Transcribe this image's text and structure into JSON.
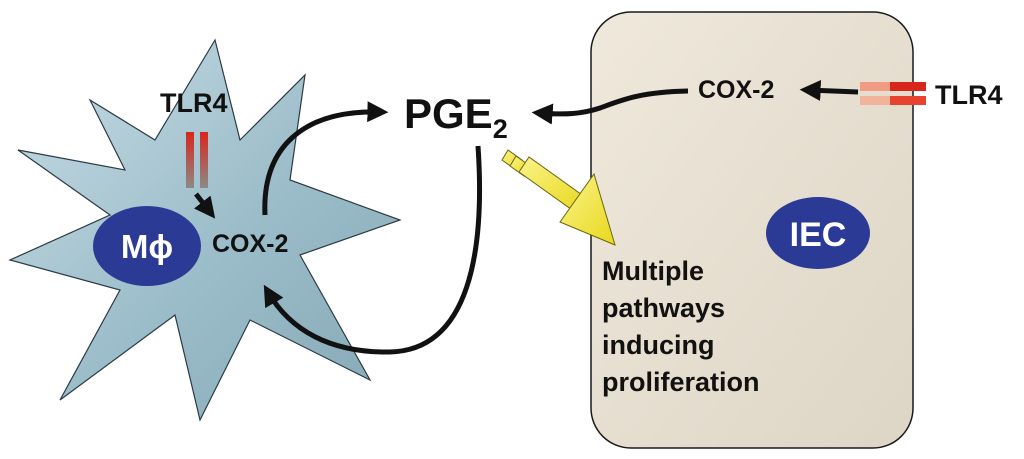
{
  "macrophage": {
    "nucleus_label": "Mϕ",
    "receptor_label": "TLR4",
    "enzyme_label": "COX-2"
  },
  "mediator": {
    "base": "PGE",
    "subscript": "2"
  },
  "iec": {
    "nucleus_label": "IEC",
    "receptor_label": "TLR4",
    "enzyme_label": "COX-2",
    "outcome_lines": [
      "Multiple",
      "pathways",
      "inducing",
      "proliferation"
    ]
  },
  "colors": {
    "macrophage_fill": "#a9c9d5",
    "nucleus_fill": "#2b3b95",
    "cell_fill": "#e9e2d4",
    "receptor_red": "#d9261c",
    "receptor_salmon": "#ef9c83",
    "arrow_yellow": "#f2e534",
    "ink": "#111111"
  }
}
